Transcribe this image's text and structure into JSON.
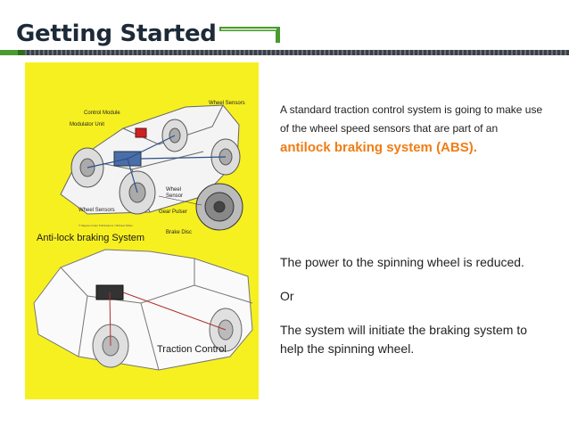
{
  "slide": {
    "title": "Getting Started",
    "accent_color": "#4a9b2f",
    "title_color": "#1d2a38"
  },
  "figure": {
    "background": "#f7f021",
    "labels": {
      "control_module": "Control Module",
      "modulator_unit": "Modulator Unit",
      "wheel_sensors_top": "Wheel Sensors",
      "wheel_sensor": "Wheel\nSensor",
      "gear_pulser": "Gear Pulser",
      "wheel_sensors_bottom": "Wheel Sensors",
      "brake_disc": "Brake Disc",
      "abs_caption": "Anti-lock braking System",
      "traction_caption": "Traction Control",
      "copyright": "© Magnus Grant Publications / Michael Willes"
    }
  },
  "text": {
    "para1_part1": "A standard traction control system is going to make use of the wheel speed sensors that are part of an ",
    "para1_highlight": "antilock braking system (ABS).",
    "para2_line1": "The power to the spinning wheel is reduced.",
    "para2_line2": "Or",
    "para2_line3": "The system will initiate the braking system to help the spinning wheel.",
    "highlight_color": "#f07d14"
  }
}
